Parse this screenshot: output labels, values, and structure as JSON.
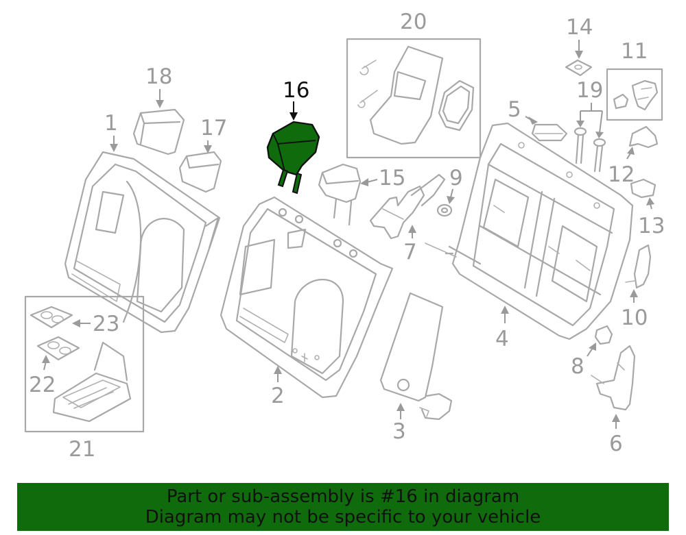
{
  "callouts": {
    "c1": "1",
    "c2": "2",
    "c3": "3",
    "c4": "4",
    "c5": "5",
    "c6": "6",
    "c7": "7",
    "c8": "8",
    "c9": "9",
    "c10": "10",
    "c11": "11",
    "c12": "12",
    "c13": "13",
    "c14": "14",
    "c15": "15",
    "c16": "16",
    "c17": "17",
    "c18": "18",
    "c19": "19",
    "c20": "20",
    "c21": "21",
    "c22": "22",
    "c23": "23"
  },
  "highlight": {
    "part": "16",
    "fill_color": "#0f6b0c",
    "stroke_color": "#111111"
  },
  "banner": {
    "line1": "Part or sub-assembly is #16 in diagram",
    "line2": "Diagram may not be specific to your vehicle",
    "background": "#0f6b0c"
  }
}
